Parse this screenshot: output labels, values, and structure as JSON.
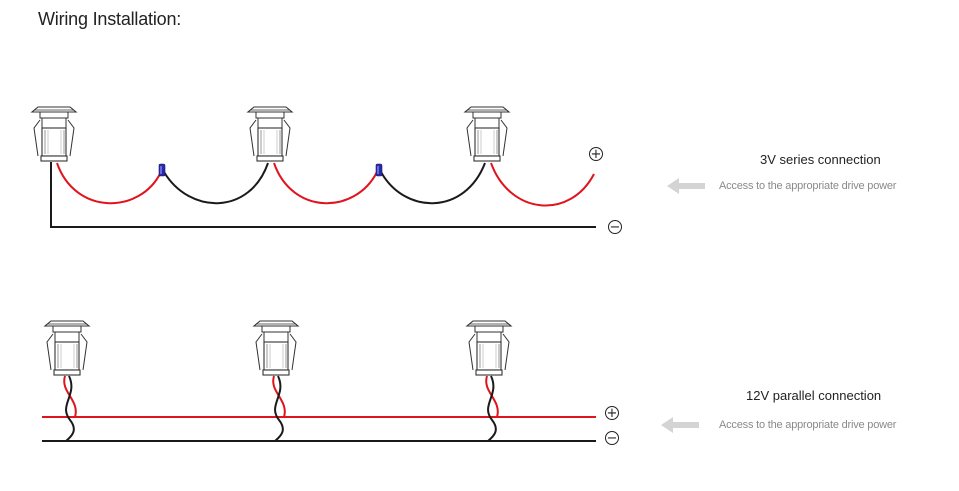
{
  "page": {
    "title": "Wiring Installation:"
  },
  "series": {
    "title": "3V series connection",
    "note": "Access to the appropriate drive power",
    "plus": "+",
    "minus": "−"
  },
  "parallel": {
    "title": "12V parallel connection",
    "note": "Access to the appropriate drive power",
    "plus": "+",
    "minus": "−"
  },
  "colors": {
    "positive_wire": "#e0141e",
    "negative_wire": "#1a1a1a",
    "connector": "#2a2aa8",
    "arrow": "#d4d4d4",
    "fixture_line": "#333333"
  }
}
